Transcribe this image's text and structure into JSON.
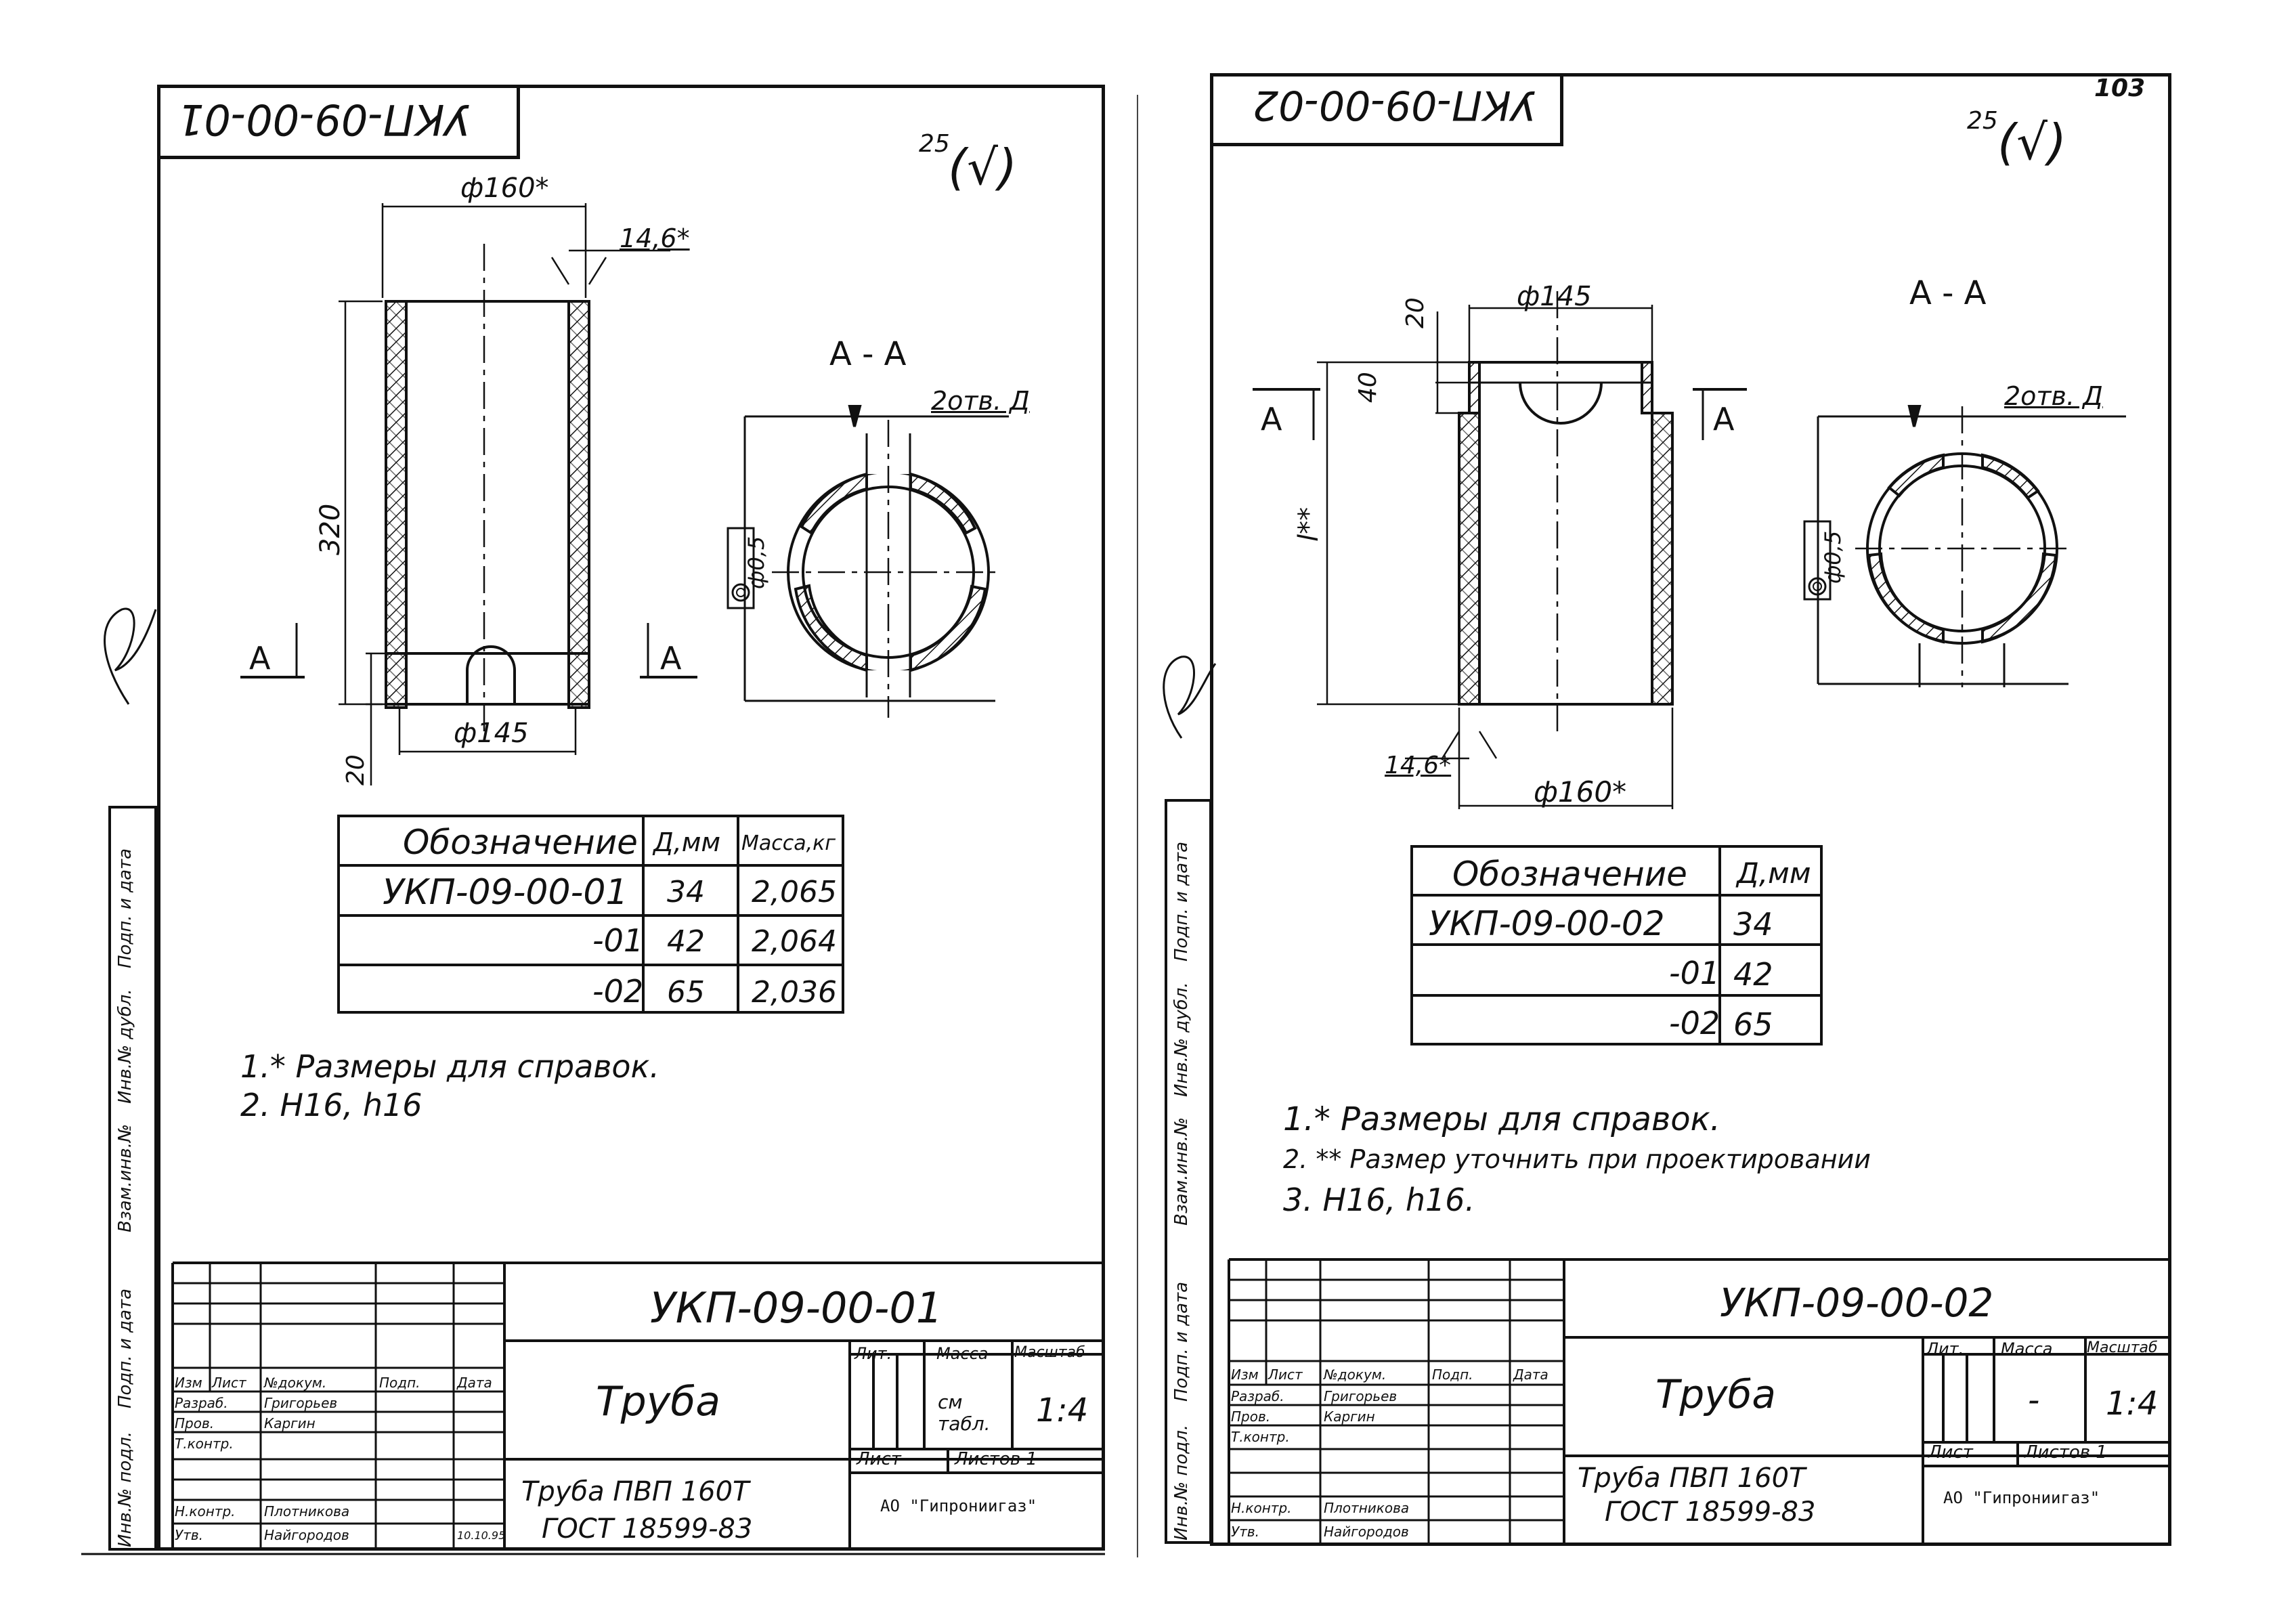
{
  "pages": [
    {
      "top_code": "УКП-09-00-01",
      "roughness": "25",
      "roughness_mark": "(√)",
      "dims": {
        "outer_diameter": "ф160*",
        "wall": "14,6*",
        "length": "320",
        "slot_diameter": "ф145",
        "slot_depth": "20"
      },
      "section_label": "А - А",
      "section_marker": "А",
      "holes": "2отв. Д",
      "tolerance": "ф0,5",
      "table": {
        "headers": [
          "Обозначение",
          "Д,мм",
          "Масса,кг"
        ],
        "rows": [
          [
            "УКП-09-00-01",
            "34",
            "2,065"
          ],
          [
            "-01",
            "42",
            "2,064"
          ],
          [
            "-02",
            "65",
            "2,036"
          ]
        ]
      },
      "notes": [
        "1.* Размеры  для  справок.",
        "2.  Н16,  h16"
      ],
      "title_block": {
        "code": "УКП-09-00-01",
        "name": "Труба",
        "material_line1": "Труба ПВП 160Т",
        "material_line2": "ГОСТ 18599-83",
        "lit_label": "Лит.",
        "mass_label": "Масса",
        "scale_label": "Масштаб",
        "mass_value": "см табл.",
        "scale_value": "1:4",
        "sheet_label": "Лист",
        "sheets_label": "Листов 1",
        "org": "АО \"Гипрониигаз\"",
        "rows": [
          {
            "role": "Изм",
            "c2": "Лист",
            "c3": "№докум.",
            "c4": "Подп.",
            "c5": "Дата"
          },
          {
            "role": "Разраб.",
            "c3": "Григорьев"
          },
          {
            "role": "Пров.",
            "c3": "Каргин"
          },
          {
            "role": "Т.контр.",
            "c3": ""
          },
          {
            "role": "Н.контр.",
            "c3": "Плотникова"
          },
          {
            "role": "Утв.",
            "c3": "Найгородов",
            "c5": "10.10.95"
          }
        ]
      }
    },
    {
      "top_code": "УКП-09-00-02",
      "page_number": "103",
      "roughness": "25",
      "roughness_mark": "(√)",
      "dims": {
        "slot_diameter": "ф145",
        "slot_depth": "20",
        "slot_width": "40",
        "length": "l**",
        "wall": "14,6*",
        "outer_diameter": "ф160*"
      },
      "section_label": "А - А",
      "section_marker": "А",
      "holes": "2отв. Д",
      "tolerance": "ф0,5",
      "table": {
        "headers": [
          "Обозначение",
          "Д,мм"
        ],
        "rows": [
          [
            "УКП-09-00-02",
            "34"
          ],
          [
            "-01",
            "42"
          ],
          [
            "-02",
            "65"
          ]
        ]
      },
      "notes": [
        "1.* Размеры   для   справок.",
        "2. ** Размер уточнить при проектировании",
        "3.  Н16,  h16."
      ],
      "title_block": {
        "code": "УКП-09-00-02",
        "name": "Труба",
        "material_line1": "Труба ПВП 160Т",
        "material_line2": "ГОСТ 18599-83",
        "lit_label": "Лит.",
        "mass_label": "Масса",
        "scale_label": "Масштаб",
        "mass_value": "-",
        "scale_value": "1:4",
        "sheet_label": "Лист",
        "sheets_label": "Листов 1",
        "org": "АО \"Гипрониигаз\"",
        "rows": [
          {
            "role": "Изм",
            "c2": "Лист",
            "c3": "№докум.",
            "c4": "Подп.",
            "c5": "Дата"
          },
          {
            "role": "Разраб.",
            "c3": "Григорьев"
          },
          {
            "role": "Пров.",
            "c3": "Каргин"
          },
          {
            "role": "Т.контр.",
            "c3": ""
          },
          {
            "role": "Н.контр.",
            "c3": "Плотникова"
          },
          {
            "role": "Утв.",
            "c3": "Найгородов"
          }
        ]
      }
    }
  ],
  "side_stamp": [
    "Инв.№ подл.",
    "Подп. и дата",
    "Взам.инв.№",
    "Инв.№ дубл.",
    "Подп. и дата"
  ]
}
